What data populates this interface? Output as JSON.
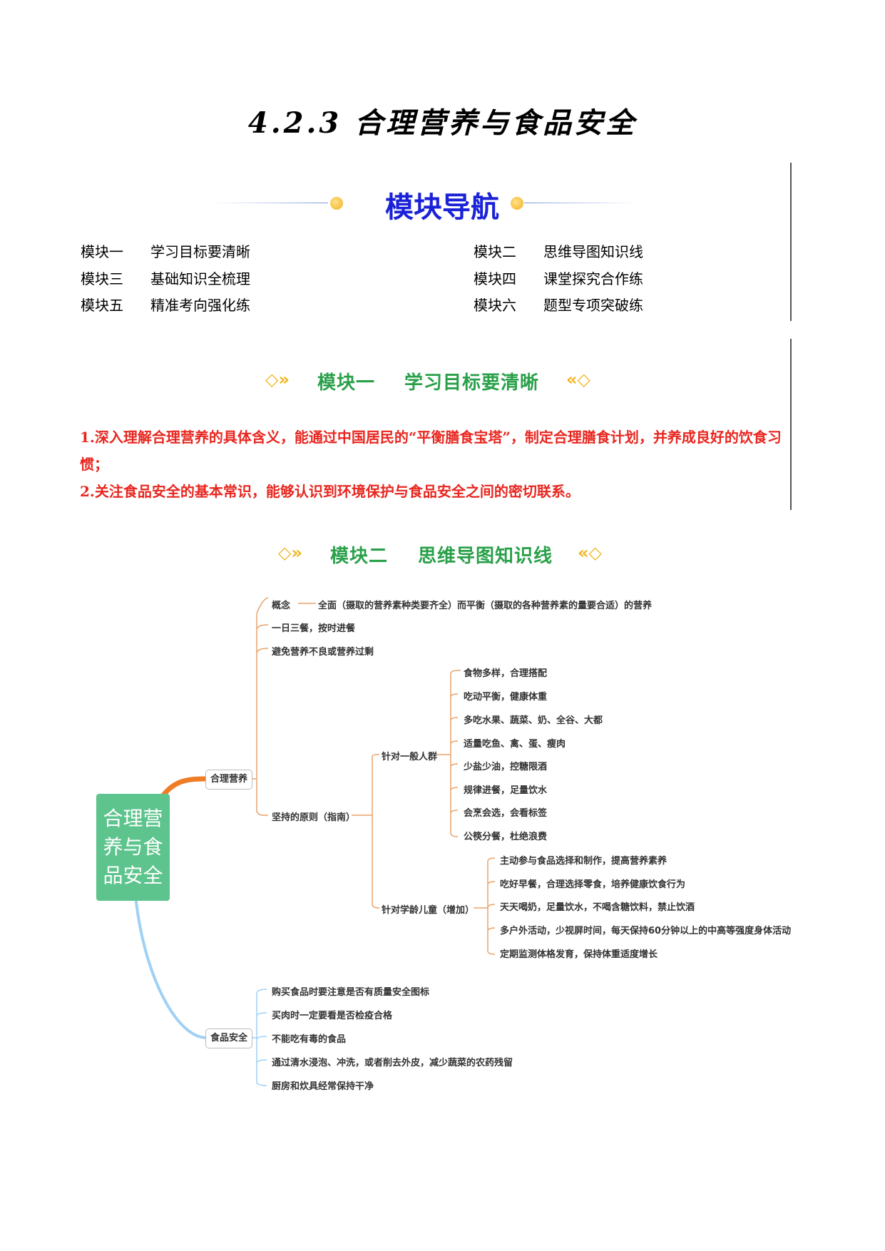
{
  "title": "4.2.3 合理营养与食品安全",
  "nav": {
    "title": "模块导航",
    "items": [
      {
        "num": "模块一",
        "label": "学习目标要清晰"
      },
      {
        "num": "模块二",
        "label": "思维导图知识线"
      },
      {
        "num": "模块三",
        "label": "基础知识全梳理"
      },
      {
        "num": "模块四",
        "label": "课堂探究合作练"
      },
      {
        "num": "模块五",
        "label": "精准考向强化练"
      },
      {
        "num": "模块六",
        "label": "题型专项突破练"
      }
    ]
  },
  "module1": {
    "num": "模块一",
    "label": "学习目标要清晰",
    "objectives": [
      "1.深入理解合理营养的具体含义，能通过中国居民的“平衡膳食宝塔”，制定合理膳食计划，并养成良好的饮食习惯；",
      "2.关注食品安全的基本常识，能够认识到环境保护与食品安全之间的密切联系。"
    ]
  },
  "module2": {
    "num": "模块二",
    "label": "思维导图知识线"
  },
  "mindmap": {
    "root": "合理营养与食品安全",
    "branch1": {
      "label": "合理营养",
      "concept_label": "概念",
      "concept_text": "全面（摄取的营养素种类要齐全）而平衡（摄取的各种营养素的量要合适）的营养",
      "item2": "一日三餐，按时进餐",
      "item3": "避免营养不良或营养过剩",
      "principle_label": "坚持的原则（指南）",
      "general_label": "针对一般人群",
      "general_items": [
        "食物多样，合理搭配",
        "吃动平衡，健康体重",
        "多吃水果、蔬菜、奶、全谷、大都",
        "适量吃鱼、禽、蛋、瘦肉",
        "少盐少油，控糖限酒",
        "规律进餐，足量饮水",
        "会烹会选，会看标签",
        "公筷分餐，杜绝浪费"
      ],
      "children_label": "针对学龄儿童（增加）",
      "children_items": [
        "主动参与食品选择和制作，提高营养素养",
        "吃好早餐，合理选择零食，培养健康饮食行为",
        "天天喝奶，足量饮水，不喝含糖饮料，禁止饮酒",
        "多户外活动，少视屏时间，每天保持60分钟以上的中高等强度身体活动",
        "定期监测体格发育，保持体重适度增长"
      ]
    },
    "branch2": {
      "label": "食品安全",
      "items": [
        "购买食品时要注意是否有质量安全图标",
        "买肉时一定要看是否检疫合格",
        "不能吃有毒的食品",
        "通过清水浸泡、冲洗，或者削去外皮，减少蔬菜的农药残留",
        "厨房和炊具经常保持干净"
      ]
    },
    "colors": {
      "root": "#5cc48c",
      "branch1": "#ee7d26",
      "branch2": "#9fd0f5",
      "twig": "#e9a36b"
    }
  }
}
